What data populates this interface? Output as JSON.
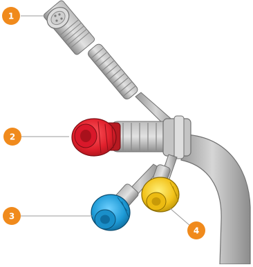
{
  "colors": {
    "callout": "#f08a1c",
    "cable": "#b9b9b9",
    "cable_dark": "#7f7f7f",
    "metal": "#c8c8c8",
    "red_connector": "#e0202c",
    "blue_connector": "#1d9ad6",
    "yellow_connector": "#f2c21a"
  },
  "callouts": [
    {
      "number": "1",
      "target": "circular-multi-pin-connector"
    },
    {
      "number": "2",
      "target": "red-connector"
    },
    {
      "number": "3",
      "target": "blue-connector"
    },
    {
      "number": "4",
      "target": "yellow-connector"
    }
  ]
}
